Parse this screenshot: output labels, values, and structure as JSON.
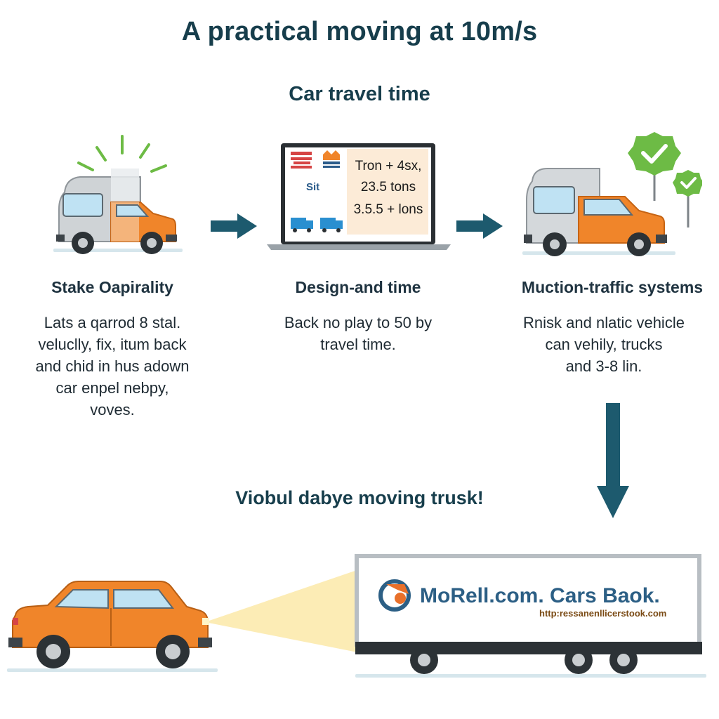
{
  "title": "A practical moving at 10m/s",
  "subtitle": "Car travel time",
  "steps": [
    {
      "title": "Stake Oapirality",
      "desc": [
        "Lats a qarrod 8 stal.",
        "veluclly, fix, itum back",
        "and chid in hus adown",
        "car enpel nebpy,",
        "voves."
      ]
    },
    {
      "title": "Design-and time",
      "desc": [
        "Back no play to 50 by",
        "travel time."
      ]
    },
    {
      "title": "Muction-traffic systems",
      "desc": [
        "Rnisk and nlatic vehicle",
        "can vehily, trucks",
        "and 3-8 lin."
      ]
    }
  ],
  "laptop": {
    "side_label": "Sit",
    "lines": [
      "Tron + 4sx,",
      "23.5 tons",
      "3.5.5 + lons"
    ]
  },
  "banner": "Viobul dabye moving trusk!",
  "truck": {
    "brand": "MoRell.com. Cars Baok.",
    "url": "http:ressanenllicerstook.com"
  },
  "colors": {
    "accent_dark": "#173e4c",
    "arrow": "#1d5a6e",
    "orange": "#f0852a",
    "green": "#6dbb45",
    "light_beam": "#fbe9a8"
  }
}
